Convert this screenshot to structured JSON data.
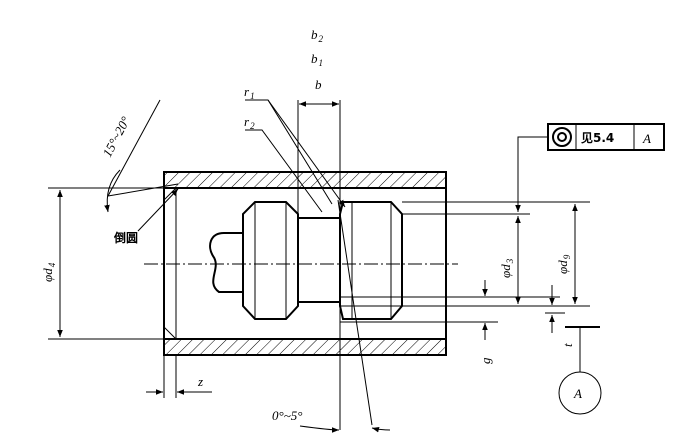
{
  "figure": {
    "labels": {
      "b2": {
        "main": "b",
        "sub": "2"
      },
      "b1": {
        "main": "b",
        "sub": "1"
      },
      "b": {
        "main": "b",
        "sub": ""
      },
      "r1": {
        "main": "r",
        "sub": "1"
      },
      "r2": {
        "main": "r",
        "sub": "2"
      },
      "angle_top": "15°~20°",
      "chamfer": "倒圆",
      "d4": {
        "prefix": "φ",
        "main": "d",
        "sub": "4"
      },
      "d3": {
        "prefix": "φ",
        "main": "d",
        "sub": "3"
      },
      "d9": {
        "prefix": "φ",
        "main": "d",
        "sub": "9"
      },
      "z": "z",
      "g": "g",
      "t": "t",
      "angle_bottom": "0°~5°",
      "datum_letter": "A"
    },
    "tolerance_frame": {
      "symbol": "concentricity-icon",
      "value": "见5.4",
      "datum": "A"
    }
  }
}
